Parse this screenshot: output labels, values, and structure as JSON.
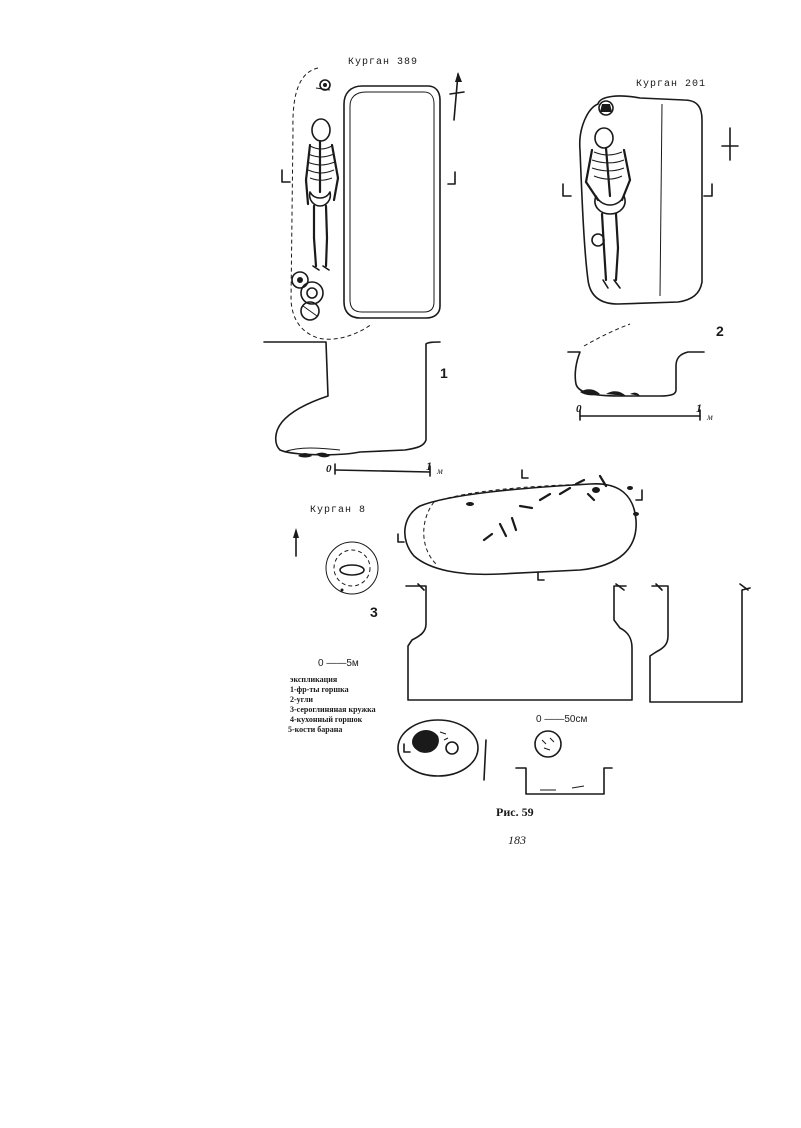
{
  "figure": {
    "kurgan1_title": "Курган 389",
    "kurgan2_title": "Курган 201",
    "kurgan3_title": "Курган 8",
    "label_1": "1",
    "label_2": "2",
    "label_3": "3",
    "scale1_zero": "0",
    "scale1_one": "1",
    "scale1_unit": "м",
    "scale2_zero": "0",
    "scale2_one": "1",
    "scale2_unit": "м",
    "scale_5m": "0 ——5м",
    "scale_50cm": "0 ——50см",
    "caption": "Рис. 59",
    "page_number": "183"
  },
  "legend": {
    "title": "экспликация",
    "items": [
      "1-фр-ты горшка",
      "2-угли",
      "3-сероглиняная кружка",
      "4-кухонный горшок",
      "5-кости барана"
    ]
  }
}
